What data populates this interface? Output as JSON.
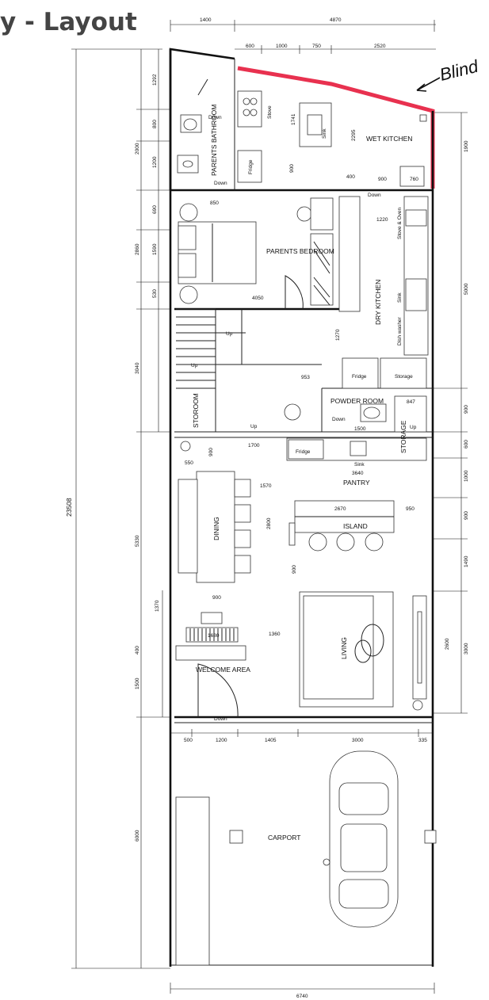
{
  "title": "y - Layout",
  "annotation": "Blind",
  "colors": {
    "highlight": "#e8314f",
    "line": "#111111",
    "title": "#444444"
  },
  "rooms": {
    "wet_kitchen": "WET KITCHEN",
    "parents_bathroom": "PARENTS BATHROOM",
    "parents_bedroom": "PARENTS BEDROOM",
    "dry_kitchen": "DRY KITCHEN",
    "storoom": "STOROOM",
    "powder_room": "POWDER ROOM",
    "storage_small": "STORAGE",
    "pantry": "PANTRY",
    "island": "ISLAND",
    "dining": "DINING",
    "living": "LIVING",
    "welcome_area": "WELCOME AREA",
    "carport": "CARPORT"
  },
  "fixtures": {
    "stove": "Stove",
    "sink": "Sink",
    "fridge": "Fridge",
    "stove_oven": "Stove & Oven",
    "dish_washer": "Dish washer",
    "storage": "Storage"
  },
  "markers": {
    "down": "Down",
    "up": "Up"
  },
  "dims": {
    "top_left": "1400",
    "top_right": "4870",
    "k600": "600",
    "k1000": "1000",
    "k750": "750",
    "k2520": "2520",
    "left_1292": "1292",
    "left_800": "800",
    "left_2000": "2000",
    "left_1200": "1200",
    "k1741": "1741",
    "k2295": "2295",
    "k900": "900",
    "k400": "400",
    "k900b": "900",
    "k760": "760",
    "right_1900": "1900",
    "left_690": "690",
    "b850": "850",
    "left_2860": "2860",
    "left_1590": "1590",
    "left_530": "530",
    "b4050": "4050",
    "dk1220": "1220",
    "right_5000": "5000",
    "dk1270": "1270",
    "left_3040": "3040",
    "pr953": "953",
    "pr847": "847",
    "pr1500": "1500",
    "right_900": "900",
    "left_900": "900",
    "d1700": "1700",
    "right_600": "600",
    "d550": "550",
    "p3640": "3640",
    "right_1000": "1000",
    "d1570": "1570",
    "i2670": "2670",
    "i950": "950",
    "right_900b": "900",
    "d2800": "2800",
    "left_5330": "5330",
    "i900": "900",
    "right_1490": "1490",
    "total": "23508",
    "d900": "900",
    "left_1370": "1370",
    "l2600": "2600",
    "right_3000": "3000",
    "w1360": "1360",
    "w1680": "1680",
    "left_400": "400",
    "left_1500": "1500",
    "b500": "500",
    "b1200": "1200",
    "b1405": "1405",
    "b3000": "3000",
    "b335": "335",
    "left_6000": "6000",
    "bottom_total": "6740"
  }
}
